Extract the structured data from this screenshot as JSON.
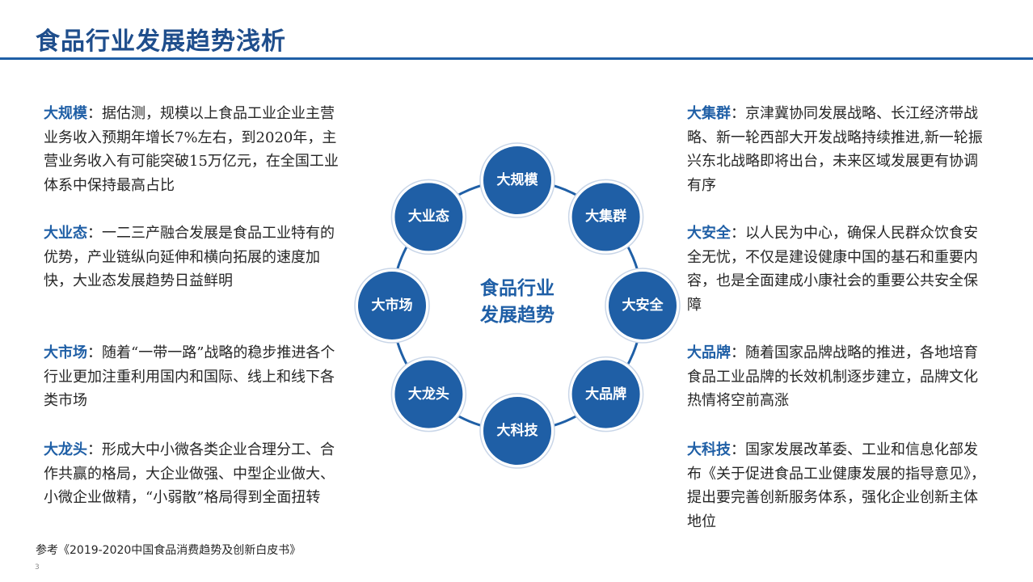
{
  "slide": {
    "title": "食品行业发展趋势浅析",
    "page_number": "3",
    "reference": "参考《2019-2020中国食品消费趋势及创新白皮书》"
  },
  "diagram": {
    "center": [
      "食品行业",
      "发展趋势"
    ],
    "nodes": [
      "大规模",
      "大集群",
      "大安全",
      "大品牌",
      "大科技",
      "大龙头",
      "大市场",
      "大业态"
    ],
    "node_color": "#1f5fa6"
  },
  "left_paragraphs": [
    {
      "key": "大规模",
      "text": "：据估测，规模以上食品工业企业主营业务收入预期年增长7%左右，到2020年，主营业务收入有可能突破15万亿元，在全国工业体系中保持最高占比"
    },
    {
      "key": "大业态",
      "text": "：一二三产融合发展是食品工业特有的优势，产业链纵向延伸和横向拓展的速度加快，大业态发展趋势日益鲜明"
    },
    {
      "key": "大市场",
      "text": "：随着“一带一路”战略的稳步推进各个行业更加注重利用国内和国际、线上和线下各类市场"
    },
    {
      "key": "大龙头",
      "text": "：形成大中小微各类企业合理分工、合作共赢的格局，大企业做强、中型企业做大、小微企业做精，“小弱散”格局得到全面扭转"
    }
  ],
  "right_paragraphs": [
    {
      "key": "大集群",
      "text": "：京津冀协同发展战略、长江经济带战略、新一轮西部大开发战略持续推进,新一轮振兴东北战略即将出台，未来区域发展更有协调有序"
    },
    {
      "key": "大安全",
      "text": "：以人民为中心，确保人民群众饮食安全无忧，不仅是建设健康中国的基石和重要内容，也是全面建成小康社会的重要公共安全保障"
    },
    {
      "key": "大品牌",
      "text": "：随着国家品牌战略的推进，各地培育食品工业品牌的长效机制逐步建立，品牌文化热情将空前高涨"
    },
    {
      "key": "大科技",
      "text": "：国家发展改革委、工业和信息化部发布《关于促进食品工业健康发展的指导意见》，提出要完善创新服务体系，强化企业创新主体地位"
    }
  ]
}
